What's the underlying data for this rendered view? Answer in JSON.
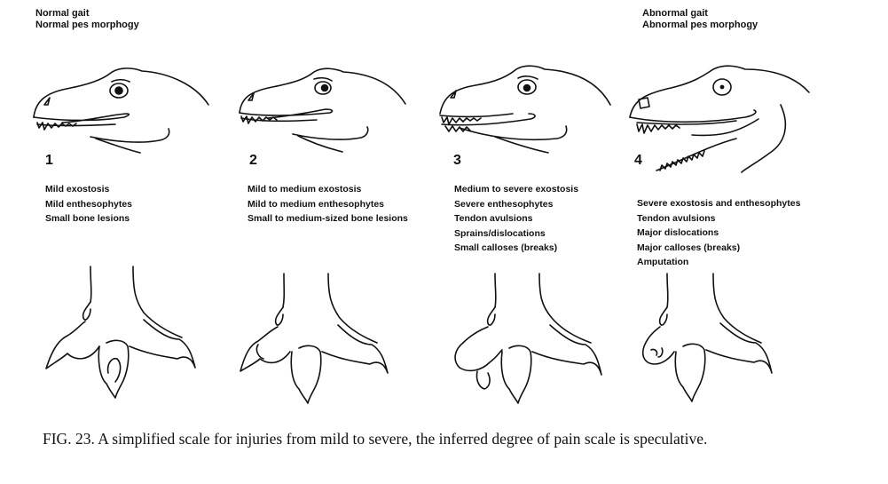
{
  "header_left": {
    "line1": "Normal gait",
    "line2": "Normal pes morphogy"
  },
  "header_right": {
    "line1": "Abnormal gait",
    "line2": "Abnormal pes morphogy"
  },
  "stages": [
    {
      "number": "1",
      "items": [
        "Mild exostosis",
        "Mild enthesophytes",
        "Small bone lesions"
      ]
    },
    {
      "number": "2",
      "items": [
        "Mild to medium exostosis",
        "Mild to medium enthesophytes",
        "Small to medium-sized bone lesions"
      ]
    },
    {
      "number": "3",
      "items": [
        "Medium to severe exostosis",
        "Severe enthesophytes",
        "Tendon avulsions",
        "Sprains/dislocations",
        "Small calloses (breaks)"
      ]
    },
    {
      "number": "4",
      "items": [
        "Severe exostosis and enthesophytes",
        "Tendon avulsions",
        "Major dislocations",
        "Major calloses (breaks)",
        "Amputation"
      ]
    }
  ],
  "caption": "FIG. 23.   A simplified scale for injuries from mild to severe, the inferred degree of pain scale is speculative."
}
